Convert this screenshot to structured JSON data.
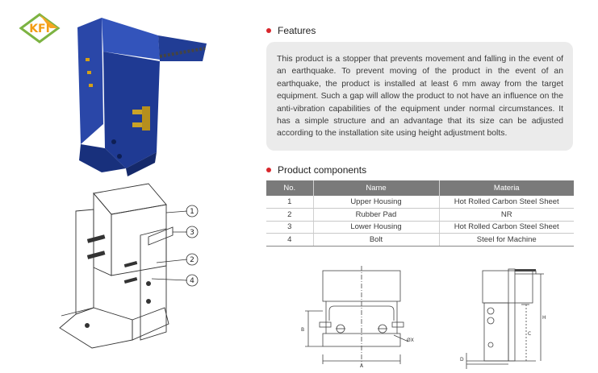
{
  "logo": {
    "text": "KFI"
  },
  "features": {
    "title": "Features",
    "body": "This product is a stopper that prevents movement and falling in the event of an earthquake. To prevent moving of the product in the event of an earthquake, the product is installed at least 6 mm away from the target equipment. Such a gap will allow the product to not have an influence on the anti-vibration capabilities of the equipment under normal circumstances. It has a simple structure and an advantage that its size can be adjusted according to the installation site using height adjustment bolts."
  },
  "components": {
    "title": "Product components",
    "headers": [
      "No.",
      "Name",
      "Materia"
    ],
    "rows": [
      [
        "1",
        "Upper Housing",
        "Hot Rolled Carbon Steel Sheet"
      ],
      [
        "2",
        "Rubber Pad",
        "NR"
      ],
      [
        "3",
        "Lower Housing",
        "Hot Rolled Carbon Steel Sheet"
      ],
      [
        "4",
        "Bolt",
        "Steel for Machine"
      ]
    ]
  },
  "callouts": [
    "1",
    "2",
    "3",
    "4"
  ],
  "dimensions": {
    "front_width": "A",
    "front_height": "B",
    "hole": "ØX",
    "side_c": "C",
    "side_h": "H",
    "side_d": "D"
  },
  "colors": {
    "accent": "#d8262c",
    "logo_green": "#7cb342",
    "logo_orange": "#f5a623",
    "product_blue": "#1f3a93",
    "table_header": "#7a7a7a"
  }
}
